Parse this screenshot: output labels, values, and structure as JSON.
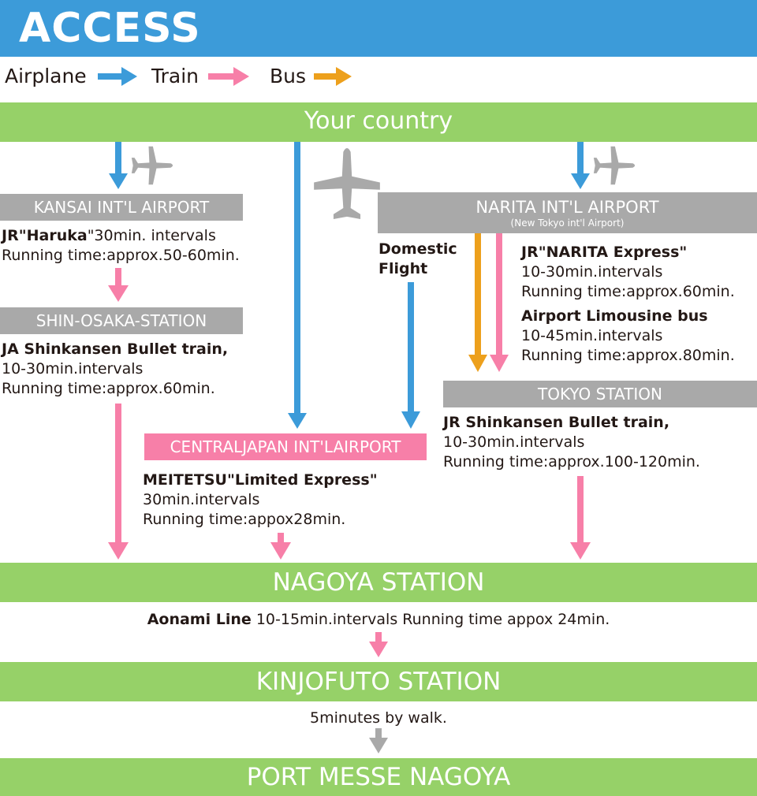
{
  "header": {
    "title": "ACCESS"
  },
  "legend": [
    {
      "label": "Airplane",
      "color": "#3c9bd9"
    },
    {
      "label": "Train",
      "color": "#f77fa8"
    },
    {
      "label": "Bus",
      "color": "#eda01c"
    }
  ],
  "colors": {
    "green": "#96d168",
    "grey": "#a9a9a9",
    "pink": "#f77fa8",
    "blue": "#3c9bd9",
    "orange": "#eda01c",
    "plane": "#a9a9a9"
  },
  "icons": [
    "airplane-icon"
  ],
  "nodes": {
    "your_country": "Your country",
    "kansai": "KANSAI INT'L AIRPORT",
    "shin_osaka": "SHIN-OSAKA-STATION",
    "narita": "NARITA INT'L AIRPORT",
    "narita_sub": "(New Tokyo int'l Airport)",
    "tokyo": "TOKYO STATION",
    "central": "CENTRALJAPAN INT'LAIRPORT",
    "nagoya": "NAGOYA STATION",
    "kinjofuto": "KINJOFUTO STATION",
    "port_messe": "PORT MESSE NAGOYA"
  },
  "routes": {
    "haruka": {
      "name": "JR\"Haruka",
      "rest": "\"30min. intervals",
      "time": "Running time:approx.50-60min."
    },
    "osaka_shinkansen": {
      "name": "JA Shinkansen Bullet train,",
      "interval": "10-30min.intervals",
      "time": "Running time:approx.60min."
    },
    "domestic_flight": {
      "line1": "Domestic",
      "line2": "Flight"
    },
    "narita_express": {
      "name": "JR\"NARITA Express\"",
      "interval": "10-30min.intervals",
      "time": "Running time:approx.60min."
    },
    "limousine": {
      "name": "Airport Limousine bus",
      "interval": "10-45min.intervals",
      "time": "Running time:approx.80min."
    },
    "tokyo_shinkansen": {
      "name": "JR Shinkansen Bullet train,",
      "interval": "10-30min.intervals",
      "time": "Running time:approx.100-120min."
    },
    "meitetsu": {
      "name": "MEITETSU\"Limited Express\"",
      "interval": "30min.intervals",
      "time": "Running time:appox28min."
    },
    "aonami": {
      "name": "Aonami Line",
      "rest": " 10-15min.intervals Running time appox 24min."
    },
    "walk": {
      "text": "5minutes by walk."
    }
  }
}
